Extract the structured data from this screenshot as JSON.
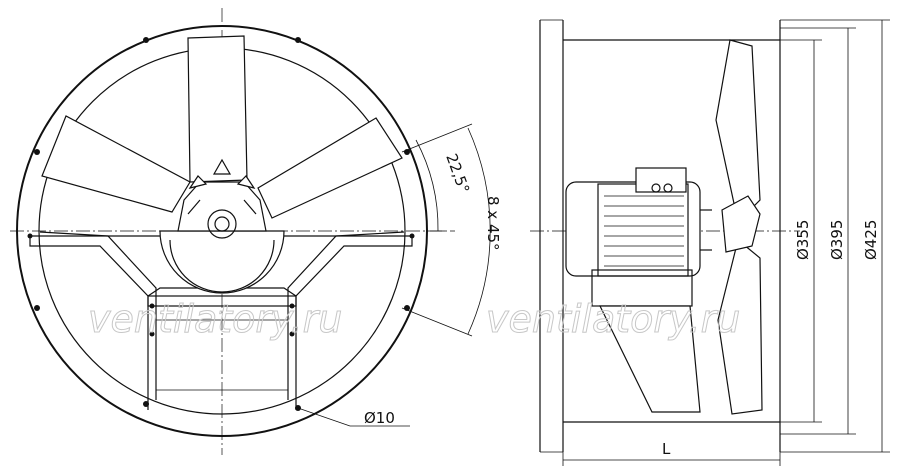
{
  "dimensions": {
    "hole_diameter": "Ø10",
    "angle_half": "22,5°",
    "bolt_pattern": "8 x 45°",
    "diameter_inner": "Ø355",
    "diameter_mid": "Ø395",
    "diameter_outer": "Ø425",
    "length": "L"
  },
  "watermark": {
    "left": "ventilatory.ru",
    "right": "ventilatory.ru"
  }
}
